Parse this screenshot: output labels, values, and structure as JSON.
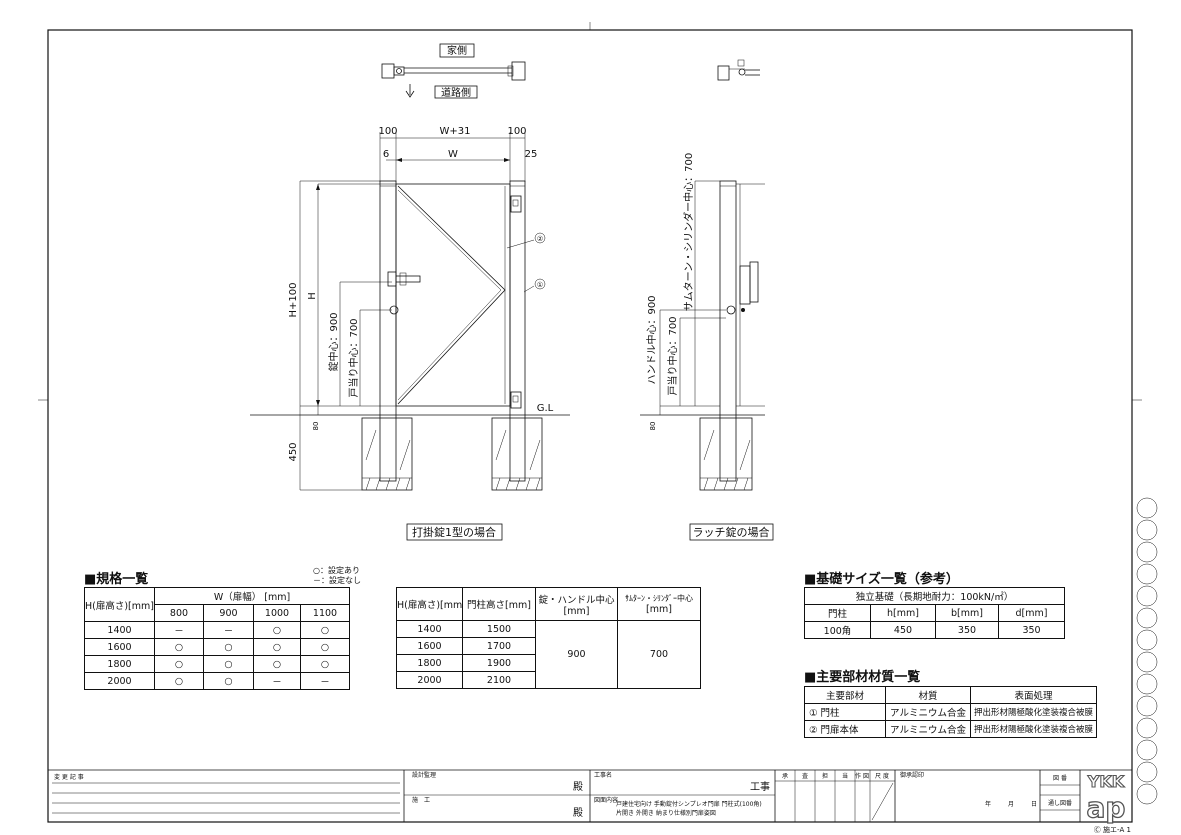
{
  "plan": {
    "house_side": "家側",
    "road_side": "道路側"
  },
  "left_elev": {
    "dim_top1": "100",
    "dim_top2": "W+31",
    "dim_top3": "100",
    "dim_mid1": "6",
    "dim_mid2": "W",
    "dim_mid3": "25",
    "h100": "H+100",
    "h": "H",
    "lock_center": "錠中心：900",
    "stop_center": "戸当り中心：700",
    "d80": "80",
    "d450": "450",
    "gl": "G.L",
    "callout2": "②",
    "callout1": "①",
    "caption": "打掛錠1型の場合"
  },
  "right_elev": {
    "thumb_center": "サムターン・シリンダー中心：700",
    "handle_center": "ハンドル中心：900",
    "stop_center": "戸当り中心：700",
    "d80": "80",
    "caption": "ラッチ錠の場合"
  },
  "spec": {
    "title": "■規格一覧",
    "legend_yes": "○：設定あり",
    "legend_no": "－：設定なし",
    "h_header": "H(扉高さ)[mm]",
    "w_header": "W（扉幅） [mm]",
    "widths": [
      "800",
      "900",
      "1000",
      "1100"
    ],
    "rows": [
      [
        "1400",
        "－",
        "－",
        "○",
        "○"
      ],
      [
        "1600",
        "○",
        "○",
        "○",
        "○"
      ],
      [
        "1800",
        "○",
        "○",
        "○",
        "○"
      ],
      [
        "2000",
        "○",
        "○",
        "－",
        "－"
      ]
    ]
  },
  "heights": {
    "h_header": "H(扉高さ)[mm]",
    "post_header": "門柱高さ[mm]",
    "lock_header": "錠・ハンドル中心",
    "lock_unit": "[mm]",
    "thumb_header": "ｻﾑﾀｰﾝ・ｼﾘﾝﾀﾞｰ中心",
    "thumb_unit": "[mm]",
    "rows": [
      [
        "1400",
        "1500"
      ],
      [
        "1600",
        "1700"
      ],
      [
        "1800",
        "1900"
      ],
      [
        "2000",
        "2100"
      ]
    ],
    "lock_value": "900",
    "thumb_value": "700"
  },
  "foundation": {
    "title": "■基礎サイズ一覧（参考）",
    "subtitle": "独立基礎（長期地耐力：100kN/㎡）",
    "headers": [
      "門柱",
      "h[mm]",
      "b[mm]",
      "d[mm]"
    ],
    "row": [
      "100角",
      "450",
      "350",
      "350"
    ]
  },
  "materials": {
    "title": "■主要部材材質一覧",
    "headers": [
      "主要部材",
      "材質",
      "表面処理"
    ],
    "rows": [
      [
        "① 門柱",
        "アルミニウム合金",
        "押出形材陽極酸化塗装複合被膜"
      ],
      [
        "② 門扉本体",
        "アルミニウム合金",
        "押出形材陽極酸化塗装複合被膜"
      ]
    ]
  },
  "title_block": {
    "revision": "変 更 記 事",
    "supervision": "設計監理",
    "dono1": "殿",
    "construction": "施　工",
    "dono2": "殿",
    "project_label": "工事名",
    "project_suffix": "工事",
    "content_label": "図面内容",
    "content_line1": "戸建住宅向け 手動錠付シンプレオ門扉 門柱式(100角)",
    "content_line2": "片開き 外開き 納まり仕様別門扉姿図",
    "grid_headers": [
      "承",
      "査",
      "担",
      "当",
      "作 図",
      "尺 度"
    ],
    "approval": "御承認印",
    "year": "年",
    "month": "月",
    "day": "日",
    "drawing_no": "図 番",
    "serial_no": "通し図番",
    "logo_top": "YKK",
    "logo_bottom": "ap",
    "sheet_code": "Ⓒ 施エ-A 1"
  }
}
